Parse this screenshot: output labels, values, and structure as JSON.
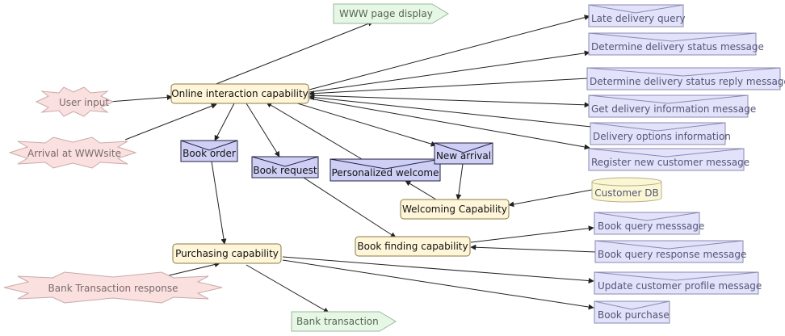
{
  "colors": {
    "capability_fill": "#fff6d9",
    "capability_stroke": "#8a7a40",
    "message_fill": "#e2e2fb",
    "message_stroke": "#8a8ab0",
    "dark_message_fill": "#cfcff5",
    "dark_message_stroke": "#222244",
    "external_fill": "#fbe0e0",
    "external_stroke": "#c9a9a9",
    "output_fill": "#e6f7e6",
    "output_stroke": "#9ab89a",
    "db_fill": "#fbf7d4",
    "db_stroke": "#b8b088",
    "edge": "#222222"
  },
  "nodes": {
    "online": "Online interaction capability",
    "purchasing": "Purchasing capability",
    "welcoming": "Welcoming Capability",
    "bookfinding": "Book finding capability",
    "userinput": "User input",
    "arrival": "Arrival at WWWsite",
    "banktxresp": "Bank Transaction response",
    "wwwpage": "WWW page display",
    "banktx": "Bank transaction",
    "bookorder": "Book order",
    "bookrequest": "Book request",
    "personalized": "Personalized welcome",
    "newarrival": "New arrival",
    "late": "Late delivery query",
    "detstatus": "Determine delivery status message",
    "detreply": "Determine delivery status reply message",
    "getinfo": "Get delivery information message",
    "options": "Delivery options information",
    "register": "Register new customer message",
    "customerdb": "Customer DB",
    "bookquery": "Book query messsage",
    "bookqueryresp": "Book query response message",
    "updateprofile": "Update customer profile message",
    "bookpurchase": "Book purchase"
  }
}
